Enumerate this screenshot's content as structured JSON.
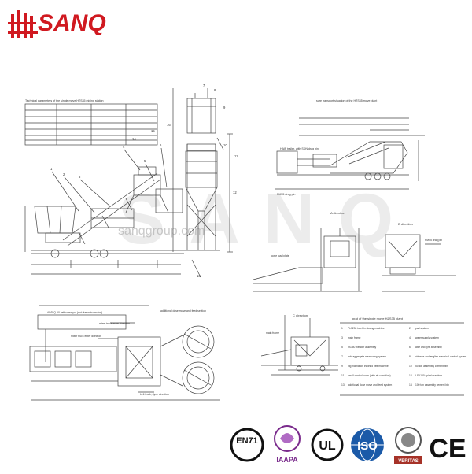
{
  "brand": {
    "name": "SANQ",
    "color": "#d01920"
  },
  "watermark": {
    "letters": "SANQ",
    "url": "sanqgroup.com"
  },
  "drawings": {
    "main_elevation": {
      "title": "Technical parameters of the single move HZS35 mixing station",
      "labels": [
        "1",
        "2",
        "3",
        "4",
        "5",
        "6",
        "7",
        "8",
        "9",
        "10",
        "11",
        "12",
        "13",
        "14",
        "15",
        "16"
      ]
    },
    "transport": {
      "title": "sure transport situation of the HZS35 move plant",
      "trailer_label": "HAIF trailer, with SDN drag bin",
      "drag_label": "PM55 drag pin",
      "direction_a": "A direction",
      "direction_b": "B direction",
      "drag_label2": "PM55 drag pin",
      "ramp_label": "loose load plate"
    },
    "plan": {
      "title_c": "C direction",
      "top_label": "ADD-Q-50 belt conveyor (not drawn in section)",
      "label_a": "mixer truck enter direction",
      "label_b": "mixer truck enter direction",
      "label_c": "additional dose move and feed section",
      "label_d": "belt truck, dyne direction",
      "main_frame": "main frame"
    },
    "parts": {
      "title": "prat of the single move HZS35 plant",
      "rows": [
        [
          "1",
          "PL1200 two bin dosing machine",
          "2",
          "pad system"
        ],
        [
          "3",
          "main frame",
          "4",
          "water supply system"
        ],
        [
          "5",
          "JS750 blender assembly",
          "6",
          "axle and tyre assembly"
        ],
        [
          "7",
          "add aggregate measuring system",
          "8",
          "chinese and english electrical control system"
        ],
        [
          "9",
          "big inclination inclined belt machine",
          "10",
          "50 ton assembly cement bin"
        ],
        [
          "11",
          "small control room (with air condition)",
          "12",
          "LSY160 spiral machine"
        ],
        [
          "13",
          "additional dose move and feed system",
          "14",
          "100 ton assembly cement bin"
        ]
      ]
    }
  },
  "certifications": [
    {
      "name": "EN71",
      "icon": "en71-icon",
      "color": "#111111"
    },
    {
      "name": "IAAPA",
      "icon": "iaapa-icon",
      "color": "#7a2b8c"
    },
    {
      "name": "UL",
      "icon": "ul-icon",
      "color": "#111111"
    },
    {
      "name": "ISO",
      "icon": "iso-icon",
      "color": "#1b5aa8"
    },
    {
      "name": "VERITAS",
      "icon": "bureau-veritas-icon",
      "color": "#a63228"
    },
    {
      "name": "CE",
      "icon": "ce-icon",
      "color": "#111111"
    }
  ]
}
